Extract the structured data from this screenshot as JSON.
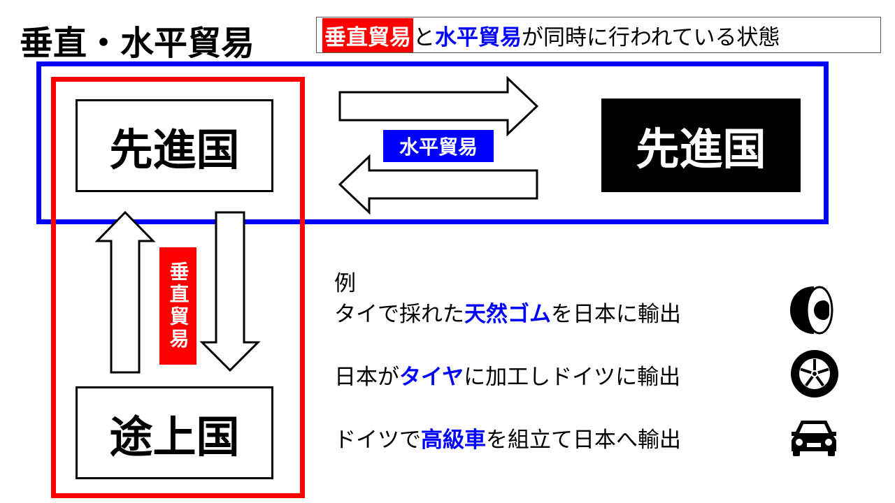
{
  "title": "垂直・水平貿易",
  "subtitle": {
    "vertical": "垂直貿易",
    "and": "と",
    "horizontal": "水平貿易",
    "rest": "が同時に行われている状態"
  },
  "boxes": {
    "developed_left": "先進国",
    "developed_right": "先進国",
    "developing": "途上国"
  },
  "labels": {
    "horizontal_trade": "水平貿易",
    "vertical_trade": "垂直貿易"
  },
  "example": {
    "heading": "例",
    "lines": [
      {
        "pre": "タイで採れた",
        "key": "天然ゴム",
        "post": "を日本に輸出",
        "icon": "rubber-icon"
      },
      {
        "pre": "日本が",
        "key": "タイヤ",
        "post": "に加工しドイツに輸出",
        "icon": "tire-icon"
      },
      {
        "pre": "ドイツで",
        "key": "高級車",
        "post": "を組立て日本へ輸出",
        "icon": "car-icon"
      }
    ]
  },
  "colors": {
    "red": "#ff0000",
    "blue": "#0000ff"
  }
}
